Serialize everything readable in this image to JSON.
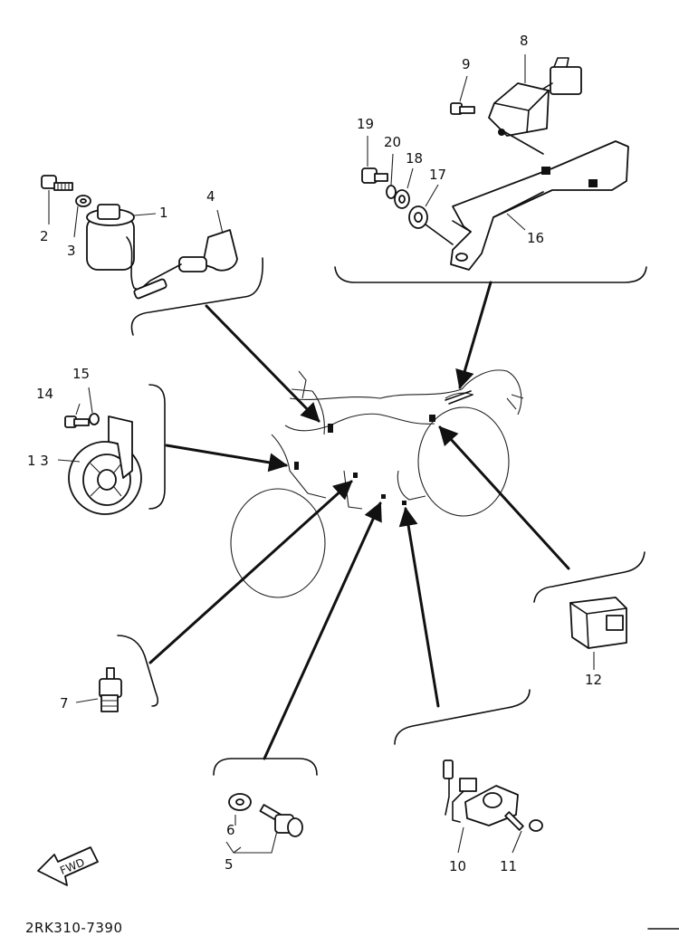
{
  "labels": {
    "p1": "1",
    "p2": "2",
    "p3": "3",
    "p4": "4",
    "p5": "5",
    "p6": "6",
    "p7": "7",
    "p8": "8",
    "p9": "9",
    "p10": "10",
    "p11": "11",
    "p12": "12",
    "p13": "1 3",
    "p14": "14",
    "p15": "15",
    "p16": "16",
    "p17": "17",
    "p18": "18",
    "p19": "19",
    "p20": "20"
  },
  "fwd": "FWD",
  "code": "2RK310-7390"
}
